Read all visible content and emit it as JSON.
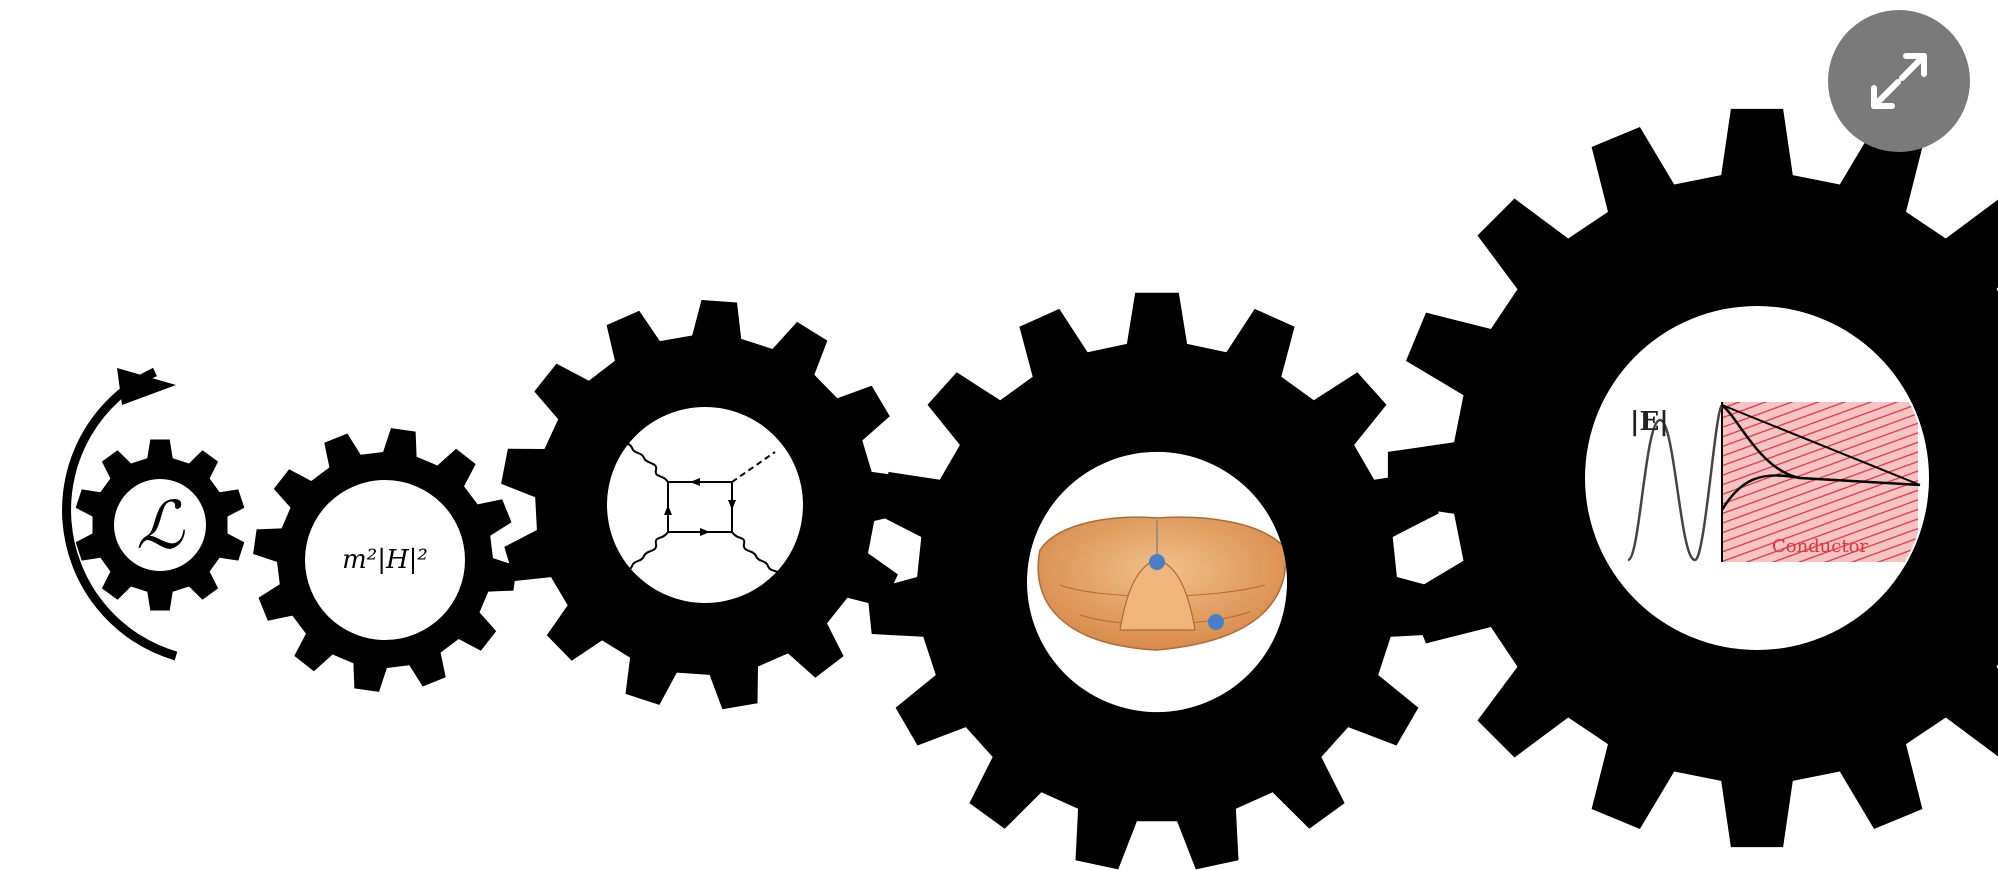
{
  "gears": [
    {
      "name": "lagrangian",
      "label_text": "ℒ"
    },
    {
      "name": "mass-term",
      "label_text": "m²|H|²"
    },
    {
      "name": "feynman-diagram"
    },
    {
      "name": "higgs-potential"
    },
    {
      "name": "field-in-conductor",
      "field_label": "|E|",
      "region_label": "Conductor"
    }
  ],
  "expand_button": {
    "icon": "expand-icon"
  },
  "colors": {
    "gear": "#000000",
    "background": "#ffffff",
    "button": "#7a7a7a",
    "potential": "#e8a86b",
    "conductor": "#f2a0a0",
    "conductor_lines": "#e8303c"
  }
}
